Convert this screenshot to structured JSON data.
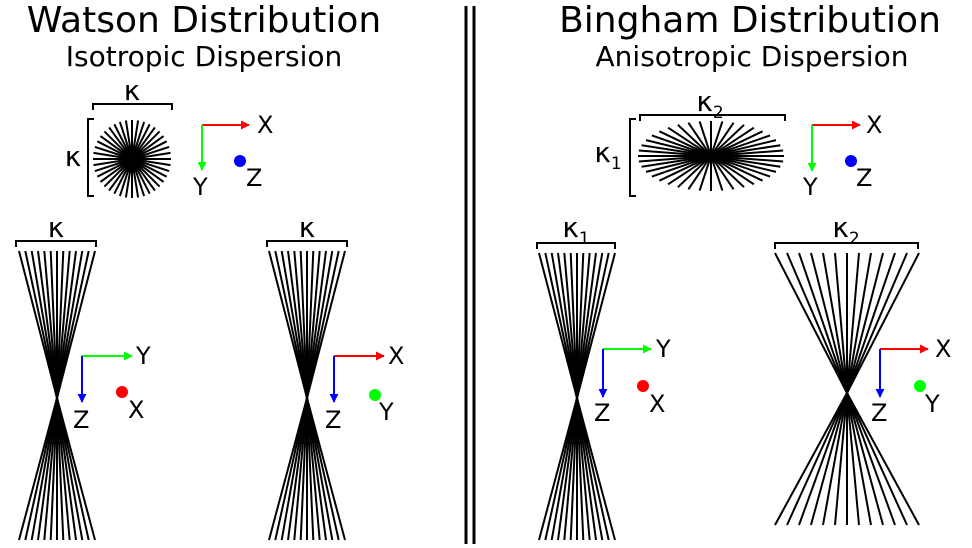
{
  "left_panel": {
    "title": "Watson Distribution",
    "subtitle": "Isotropic Dispersion",
    "top_view": {
      "kappa_top": "κ",
      "kappa_side": "κ",
      "axis_right": "X",
      "axis_down": "Y",
      "axis_out": "Z"
    },
    "side_view_1": {
      "kappa": "κ",
      "axis_right": "Y",
      "axis_down": "Z",
      "axis_out": "X"
    },
    "side_view_2": {
      "kappa": "κ",
      "axis_right": "X",
      "axis_down": "Z",
      "axis_out": "Y"
    }
  },
  "right_panel": {
    "title": "Bingham Distribution",
    "subtitle": "Anisotropic Dispersion",
    "top_view": {
      "kappa_top": "κ",
      "kappa_top_sub": "2",
      "kappa_side": "κ",
      "kappa_side_sub": "1",
      "axis_right": "X",
      "axis_down": "Y",
      "axis_out": "Z"
    },
    "side_view_1": {
      "kappa": "κ",
      "kappa_sub": "1",
      "axis_right": "Y",
      "axis_down": "Z",
      "axis_out": "X"
    },
    "side_view_2": {
      "kappa": "κ",
      "kappa_sub": "2",
      "axis_right": "X",
      "axis_down": "Z",
      "axis_out": "Y"
    }
  },
  "colors": {
    "x_axis": "#ff0000",
    "y_axis": "#00ff00",
    "z_axis": "#0000ff",
    "ink": "#000000"
  }
}
